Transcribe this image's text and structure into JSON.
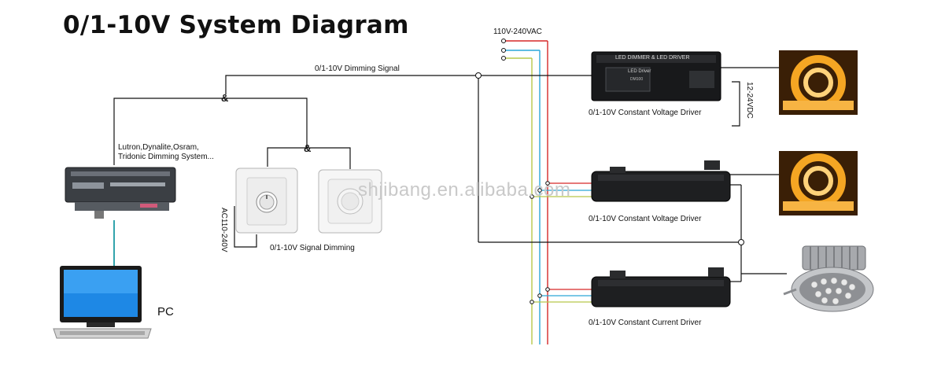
{
  "title": "0/1-10V System Diagram",
  "labels": {
    "mains": "110V-240VAC",
    "dimming_signal": "0/1-10V Dimming Signal",
    "controllers": "Lutron,Dynalite,Osram,",
    "controllers2": "Tridonic Dimming System...",
    "signal_dimming": "0/1-10V Signal Dimming",
    "ac_input": "AC110-240V",
    "pc": "PC",
    "driver1": "0/1-10V Constant  Voltage Driver",
    "driver2": "0/1-10V Constant  Voltage Driver",
    "driver3": "0/1-10V Constant Current Driver",
    "dc_output": "12-24VDC",
    "amp1": "&",
    "amp2": "&"
  },
  "device_text": {
    "driver1_header": "LED DIMMER & LED DRIVER",
    "driver1_badge": "LED Driver",
    "driver1_model": "DM100"
  },
  "watermark": "shjibang.en.alibaba.com",
  "colors": {
    "wire_black": "#111111",
    "wire_red": "#d62828",
    "wire_blue": "#2ca7d8",
    "wire_yellow": "#b8c84a",
    "data_cable": "#1b9aa3",
    "led_amber": "#f5a623"
  }
}
